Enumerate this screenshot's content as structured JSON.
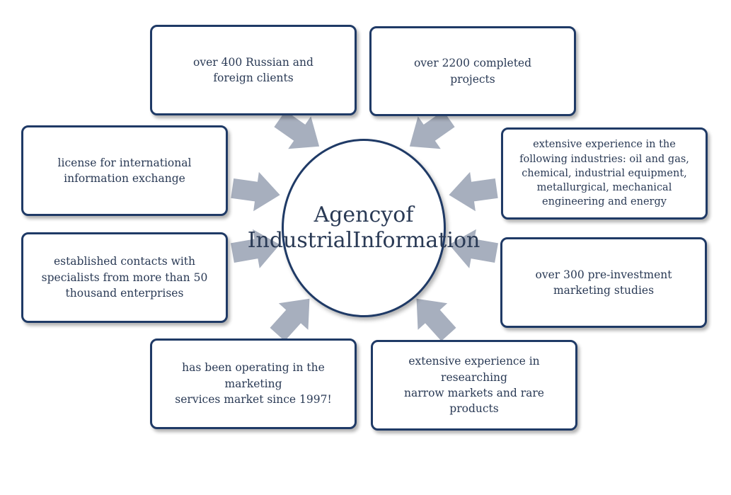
{
  "center": {
    "title": "Agency\nof Industrial\nInformation"
  },
  "facts": [
    "over 400 Russian and\nforeign clients",
    "over 2200 completed\nprojects",
    "license for international\ninformation exchange",
    "extensive experience in the\nfollowing industries: oil and gas,\nchemical, industrial equipment,\nmetallurgical, mechanical\nengineering and energy",
    "established contacts with\nspecialists from more than 50\nthousand enterprises",
    "over 300 pre-investment\nmarketing studies",
    "has been operating in the marketing\nservices market since 1997!",
    "extensive experience in researching\nnarrow markets and rare products"
  ],
  "colors": {
    "border": "#1f3a66",
    "arrow": "#a7afbe",
    "text": "#2a3a55"
  }
}
